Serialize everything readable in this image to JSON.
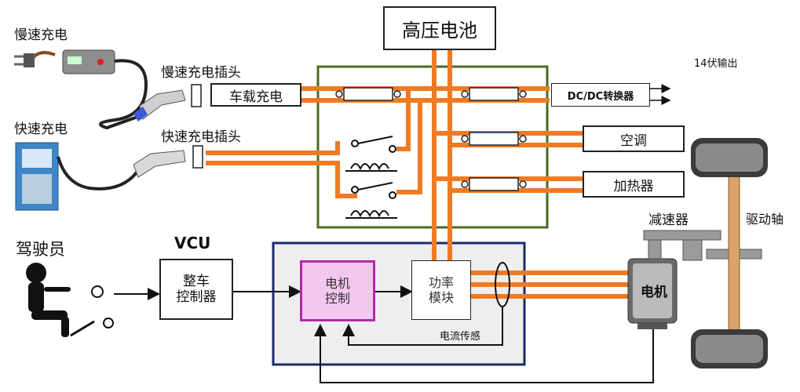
{
  "labels": {
    "slow_charge": "慢速充电",
    "slow_plug": "慢速充电插头",
    "fast_charge": "快速充电",
    "fast_plug": "快速充电插头",
    "driver": "驾驶员",
    "vcu": "VCU",
    "current_sense": "电流传感",
    "output_14v": "14伏输出",
    "reducer": "减速器",
    "drive_shaft": "驱动轴"
  },
  "boxes": {
    "battery": "高压电池",
    "onboard_charger": "车载充电",
    "dcdc": "DC/DC转换器",
    "ac": "空调",
    "heater": "加热器",
    "vcu_controller": "整车\n控制器",
    "motor_control": "电机\n控制",
    "power_module": "功率\n模块",
    "motor": "电机"
  },
  "colors": {
    "hv_wire": "#f07a22",
    "junction_box_border": "#4a6b1f",
    "motor_ctrl_fill": "#f4c7f0",
    "motor_ctrl_border": "#b02aa8",
    "ctrl_box_border": "#1c2a6e",
    "ctrl_box_fill": "#eeeeee"
  }
}
